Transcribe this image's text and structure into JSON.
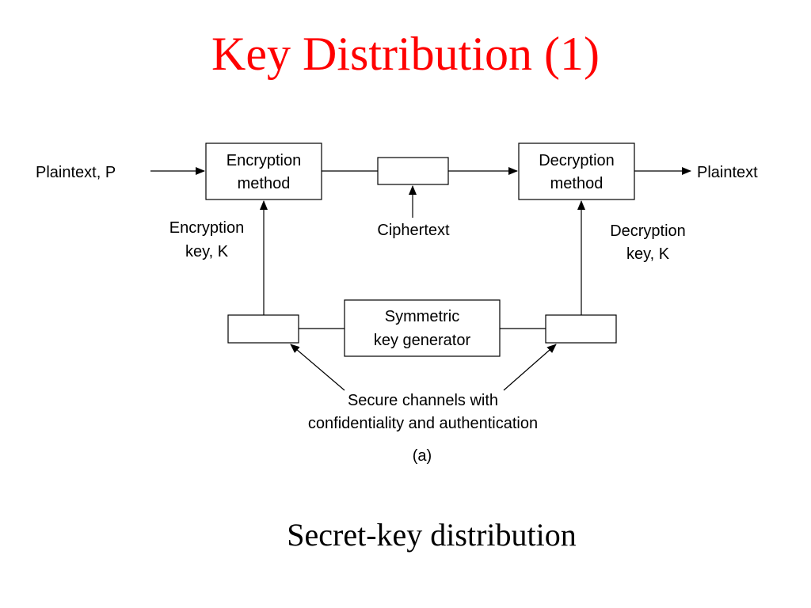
{
  "title": "Key Distribution (1)",
  "caption": "Secret-key distribution",
  "diagram": {
    "input_label": "Plaintext, P",
    "output_label": "Plaintext",
    "encryption_box": [
      "Encryption",
      "method"
    ],
    "decryption_box": [
      "Decryption",
      "method"
    ],
    "ciphertext_label": "Ciphertext",
    "encryption_key_label": [
      "Encryption",
      "key, K"
    ],
    "decryption_key_label": [
      "Decryption",
      "key, K"
    ],
    "key_generator_box": [
      "Symmetric",
      "key generator"
    ],
    "secure_channels_label": [
      "Secure channels with",
      "confidentiality and authentication"
    ],
    "subfigure_label": "(a)"
  },
  "colors": {
    "title": "#ff0000",
    "text": "#000000",
    "background": "#ffffff"
  }
}
